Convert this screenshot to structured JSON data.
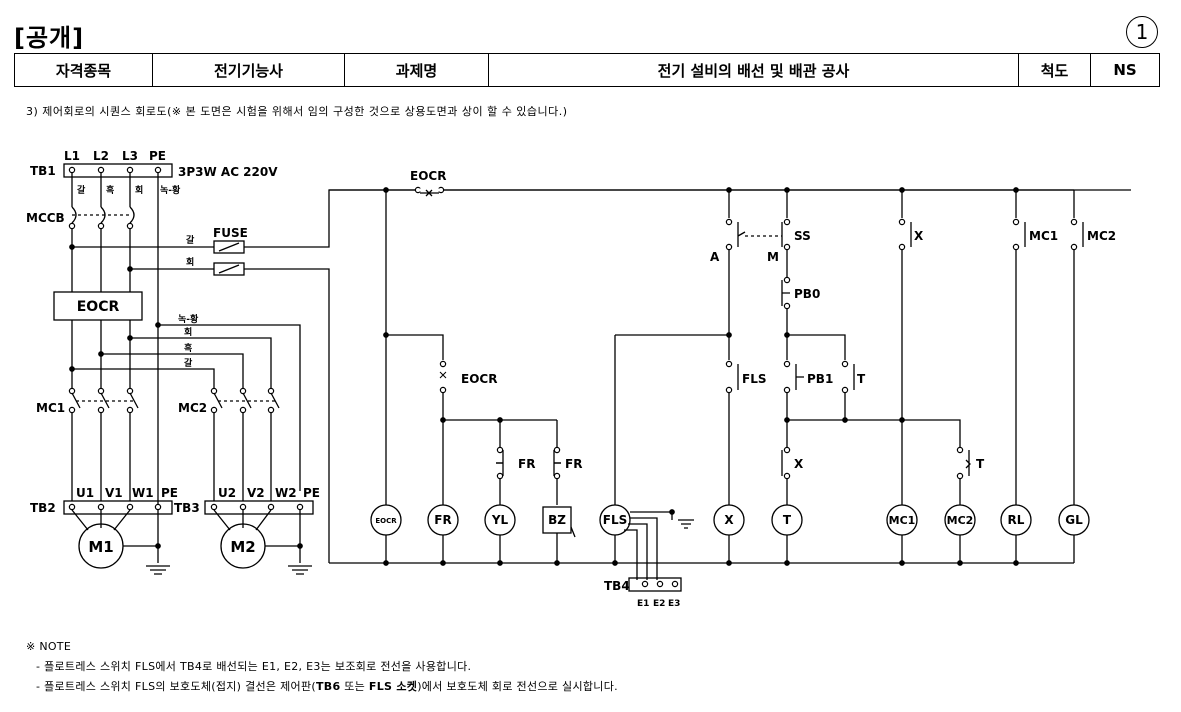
{
  "header": {
    "title": "[공개]",
    "page_number": "1",
    "cells": [
      "자격종목",
      "전기기능사",
      "과제명",
      "전기 설비의 배선 및 배관 공사",
      "척도",
      "NS"
    ]
  },
  "subtitle": "3) 제어회로의 시퀀스 회로도(※ 본 도면은 시험을 위해서 임의 구성한 것으로 상용도면과 상이 할 수 있습니다.)",
  "power_circuit": {
    "tb1": "TB1",
    "phases": [
      "L1",
      "L2",
      "L3",
      "PE"
    ],
    "supply": "3P3W AC 220V",
    "wire_colors": [
      "갈",
      "흑",
      "회",
      "녹-황"
    ],
    "mccb": "MCCB",
    "fuse": "FUSE",
    "fuse_wires": [
      "갈",
      "회"
    ],
    "eocr": "EOCR",
    "mc2_feed_colors": [
      "녹-황",
      "회",
      "흑",
      "갈"
    ],
    "mc1": "MC1",
    "mc2": "MC2",
    "tb2": "TB2",
    "tb3": "TB3",
    "tb2_terms": [
      "U1",
      "V1",
      "W1",
      "PE"
    ],
    "tb3_terms": [
      "U2",
      "V2",
      "W2",
      "PE"
    ],
    "motor1": "M1",
    "motor2": "M2"
  },
  "control_circuit": {
    "eocr_top": "EOCR",
    "contact_labels": {
      "ss": "SS",
      "a": "A",
      "m": "M",
      "x": "X",
      "mc1": "MC1",
      "mc2": "MC2",
      "pb0": "PB0",
      "eocr": "EOCR",
      "fls": "FLS",
      "pb1": "PB1",
      "t": "T",
      "fr1": "FR",
      "fr2": "FR",
      "x2": "X",
      "t2": "T"
    },
    "loads": [
      "EOCR",
      "FR",
      "YL",
      "BZ",
      "FLS",
      "X",
      "T",
      "MC1",
      "MC2",
      "RL",
      "GL"
    ],
    "tb4": "TB4",
    "tb4_terms": [
      "E1",
      "E2",
      "E3"
    ]
  },
  "notes": {
    "header": "※ NOTE",
    "line1": "- 플로트레스 스위치 FLS에서 TB4로 배선되는 E1, E2, E3는 보조회로 전선을 사용합니다.",
    "line2_pre": "- 플로트레스 스위치 FLS의 보호도체(접지) 결선은 제어판(",
    "line2_b1": "TB6",
    "line2_mid1": " 또는 ",
    "line2_b2": "FLS 소켓",
    "line2_post": ")에서 보호도체 회로 전선으로 실시합니다."
  }
}
